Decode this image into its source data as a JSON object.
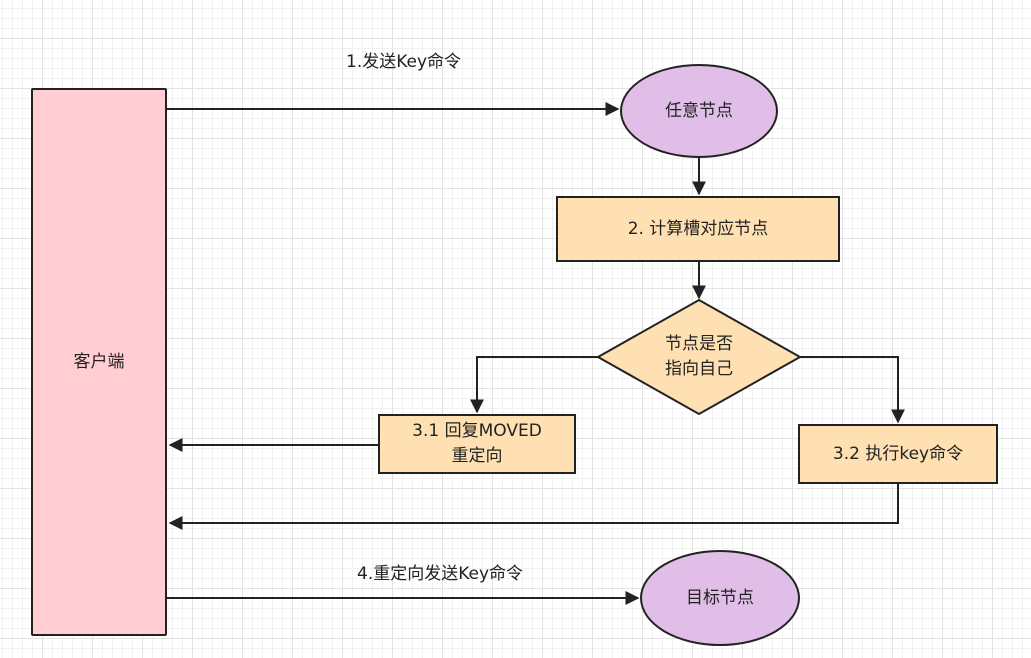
{
  "nodes": {
    "client": "客户端",
    "any_node": "任意节点",
    "calc_slot": "2. 计算槽对应节点",
    "decision": {
      "line1": "节点是否",
      "line2": "指向自己"
    },
    "reply_moved": {
      "line1": "3.1 回复MOVED",
      "line2": "重定向"
    },
    "exec_cmd": "3.2 执行key命令",
    "target_node": "目标节点"
  },
  "edges": {
    "send_key": "1.发送Key命令",
    "redirect_send": "4.重定向发送Key命令"
  },
  "colors": {
    "client_fill": "#ffcdd2",
    "ellipse_fill": "#e1bee7",
    "process_fill": "#ffe0b2",
    "stroke": "#222222"
  }
}
